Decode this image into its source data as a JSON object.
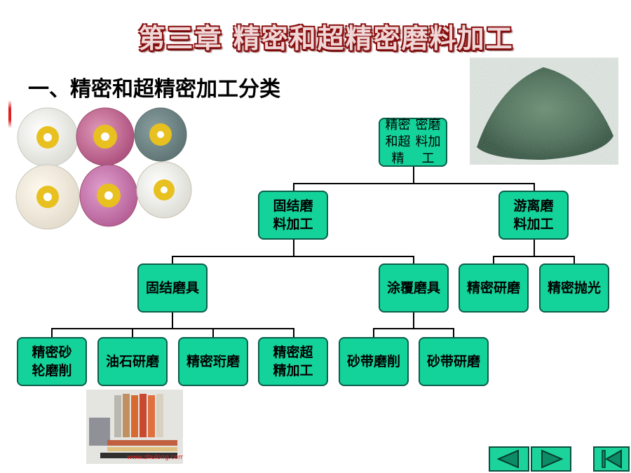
{
  "title": "第三章  精密和超精密磨料加工",
  "subtitle": "一、精密和超精密加工分类",
  "tree": {
    "root": [
      "精密和超精",
      "密磨料加工"
    ],
    "level1": {
      "fixed": [
        "固结磨",
        "料加工"
      ],
      "free": [
        "游离磨",
        "料加工"
      ]
    },
    "level2": {
      "fixed_tool": "固结磨具",
      "coated_tool": "涂覆磨具",
      "precision_lapping": "精密研磨",
      "precision_polishing": "精密抛光"
    },
    "level3": {
      "grinding_wheel": [
        "精密砂",
        "轮磨削"
      ],
      "oilstone": "油石研磨",
      "honing": "精密珩磨",
      "super_finishing": [
        "精密超",
        "精加工"
      ],
      "belt_grinding": "砂带磨削",
      "belt_lapping": "砂带研磨"
    }
  },
  "tools_watermark": "www.zhulong.com",
  "nav": {
    "prev_icon": "triangle-left-icon",
    "next_icon": "triangle-right-icon",
    "first_icon": "first-page-icon"
  },
  "colors": {
    "node_fill": "#14d39a",
    "node_border": "#0a5e4a",
    "title_outline": "#8a1010"
  }
}
